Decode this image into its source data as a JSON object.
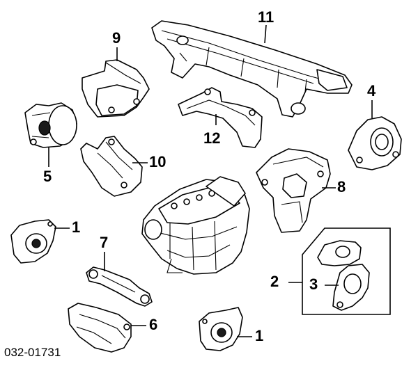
{
  "diagram": {
    "callouts": {
      "c1a": "1",
      "c1b": "1",
      "c2": "2",
      "c3": "3",
      "c4": "4",
      "c5": "5",
      "c6": "6",
      "c7": "7",
      "c8": "8",
      "c9": "9",
      "c10": "10",
      "c11": "11",
      "c12": "12"
    },
    "diagram_code": "032-01731"
  },
  "colors": {
    "line": "#000000",
    "background": "#ffffff"
  }
}
